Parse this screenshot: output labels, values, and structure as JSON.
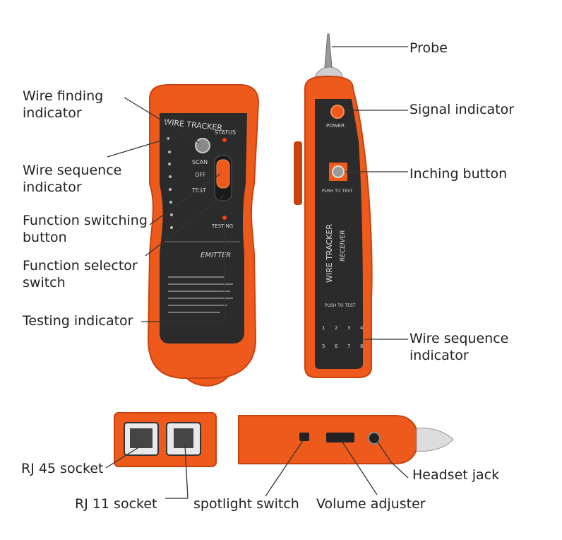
{
  "colors": {
    "device_orange": "#ee5a1c",
    "device_dark_orange": "#c8420e",
    "panel_dark": "#2b2b2b",
    "text": "#222222",
    "leader": "#333333"
  },
  "labels": {
    "probe": "Probe",
    "wire_finding_indicator": "Wire finding\nindicator",
    "signal_indicator": "Signal indicator",
    "wire_sequence_indicator_left": "Wire sequence\nindicator",
    "inching_button": "Inching button",
    "function_switching_button": "Function switching\nbutton",
    "function_selector_switch": "Function selector\nswitch",
    "testing_indicator": "Testing indicator",
    "wire_sequence_indicator_right": "Wire sequence\nindicator",
    "rj45_socket": "RJ 45 socket",
    "rj11_socket": "RJ 11 socket",
    "spotlight_switch": "spotlight switch",
    "volume_adjuster": "Volume adjuster",
    "headset_jack": "Headset jack"
  },
  "device_text": {
    "left_title": "WIRE TRACKER",
    "left_status": "STATUS",
    "left_scan": "SCAN",
    "left_off": "OFF",
    "left_test": "TEST",
    "left_emitter": "EMITTER",
    "left_testing": "TESTING",
    "right_power": "POWER",
    "right_push_to_test": "PUSH TO TEST",
    "right_title": "WIRE TRACKER",
    "right_receiver": "RECEIVER",
    "right_push_to_test_2": "PUSH TO TEST",
    "right_digits": [
      "1",
      "2",
      "3",
      "4",
      "5",
      "6",
      "7",
      "8"
    ]
  }
}
